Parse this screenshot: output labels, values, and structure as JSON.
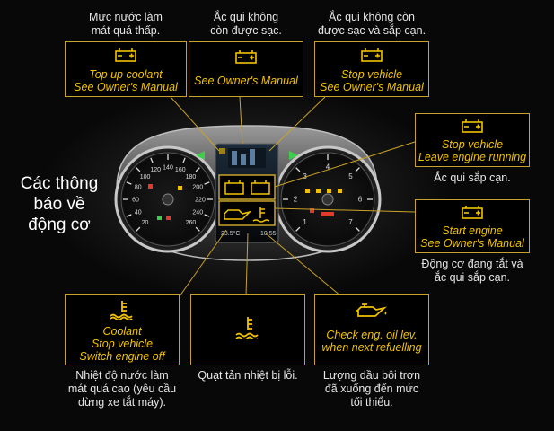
{
  "title": "Các thông báo về động cơ",
  "colors": {
    "accent": "#f2c200",
    "box_border": "#c9a227",
    "warning_red": "#e23b2a",
    "indicator_green": "#3ecf4a"
  },
  "boxes": [
    {
      "id": "top-up-coolant",
      "icon": "battery-icon",
      "lines": [
        "Top up coolant",
        "See Owner's Manual"
      ],
      "note": [
        "Mực nước làm",
        "mát quá thấp."
      ]
    },
    {
      "id": "see-manual",
      "icon": "battery-icon",
      "lines": [
        "See Owner's Manual"
      ],
      "note": [
        "Ắc qui không",
        "còn được sạc."
      ]
    },
    {
      "id": "stop-vehicle",
      "icon": "battery-icon",
      "lines": [
        "Stop vehicle",
        "See Owner's Manual"
      ],
      "note": [
        "Ắc qui không còn",
        "được sạc và sắp cạn."
      ]
    },
    {
      "id": "stop-leave-running",
      "icon": "battery-icon",
      "lines": [
        "Stop vehicle",
        "Leave engine running"
      ],
      "note": [
        "Ắc qui sắp cạn."
      ]
    },
    {
      "id": "start-engine",
      "icon": "battery-icon",
      "lines": [
        "Start engine",
        "See Owner's Manual"
      ],
      "note": [
        "Động cơ đang tắt và",
        "ắc qui sắp cạn."
      ]
    },
    {
      "id": "coolant-stop",
      "icon": "coolant-temperature-icon",
      "lines": [
        "Coolant",
        "Stop vehicle",
        "Switch engine off"
      ],
      "note": [
        "Nhiệt độ nước làm",
        "mát quá cao (yêu cầu",
        "dừng xe tắt máy)."
      ]
    },
    {
      "id": "radiator-fan",
      "icon": "coolant-temperature-icon",
      "lines": [],
      "note": [
        "Quạt tản nhiệt bị lỗi."
      ]
    },
    {
      "id": "oil-level",
      "icon": "oil-can-icon",
      "lines": [
        "Check eng. oil lev.",
        "when next refuelling"
      ],
      "note": [
        "Lượng dầu bôi trơn",
        "đã xuống đến mức",
        "tối thiểu."
      ]
    }
  ],
  "cluster": {
    "left_gauge_ticks": [
      "20",
      "40",
      "60",
      "80",
      "100",
      "120",
      "140",
      "160",
      "180",
      "200",
      "220",
      "240",
      "260"
    ],
    "right_gauge_ticks": [
      "1",
      "2",
      "3",
      "4",
      "5",
      "6",
      "7"
    ],
    "outside_temp": "23.5°C",
    "clock": "10:55"
  }
}
